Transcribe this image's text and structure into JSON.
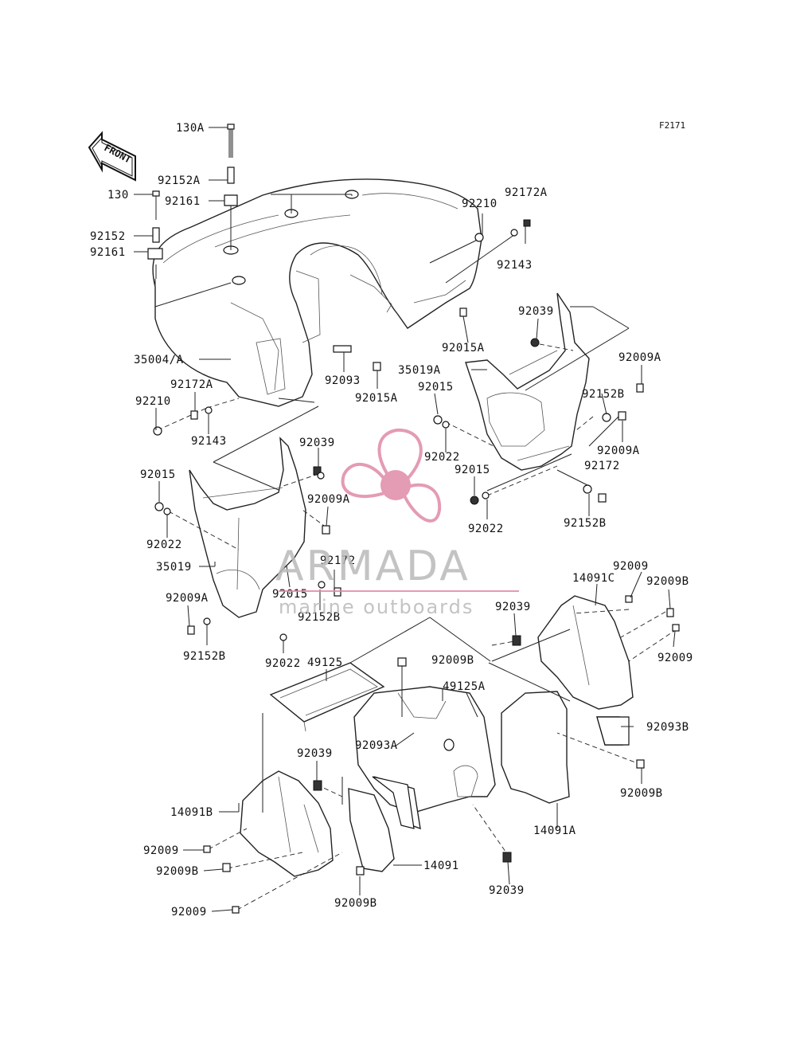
{
  "figure_code": "F2171",
  "front_arrow": {
    "label": "FRONT"
  },
  "watermark": {
    "brand": "ARMADA",
    "tagline": "marine outboards",
    "color": "#e08aa8"
  },
  "part_labels": [
    "130A",
    "92152A",
    "130",
    "92161",
    "92152",
    "92161",
    "92210",
    "92172A",
    "92143",
    "35004/A",
    "92172A",
    "92210",
    "92143",
    "92093",
    "92015A",
    "92015A",
    "35019A",
    "92039",
    "92009A",
    "92015",
    "92022",
    "92152B",
    "92009A",
    "92172",
    "92015",
    "92022",
    "92152B",
    "92039",
    "92009A",
    "92015",
    "92022",
    "35019",
    "92172",
    "92015",
    "92152B",
    "92009A",
    "92152B",
    "92022",
    "49125",
    "92009B",
    "49125A",
    "92093A",
    "14091C",
    "92009",
    "92009B",
    "92009",
    "92039",
    "92093B",
    "92009B",
    "92039",
    "14091B",
    "92009",
    "92009B",
    "92009",
    "14091",
    "92009B",
    "14091A",
    "92039"
  ]
}
